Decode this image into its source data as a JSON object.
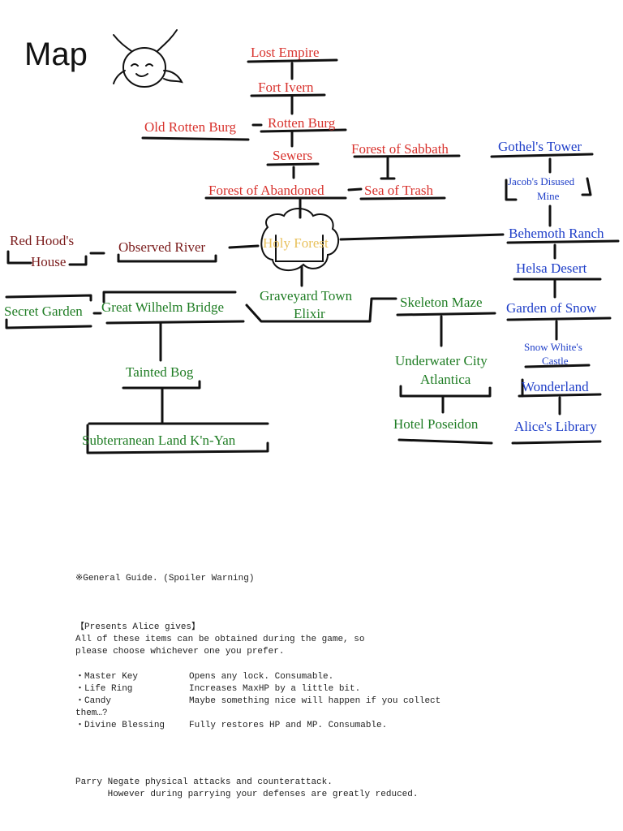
{
  "map": {
    "title": "Map",
    "mascot_icon": "horned-creature-icon",
    "colors": {
      "main_path": "#d8322d",
      "side_path": "#7a1b1b",
      "green_path": "#1f7d24",
      "blue_path": "#1e3ec8",
      "hub": "#e8c15c"
    },
    "locations": {
      "lost_empire": "Lost Empire",
      "fort_ivern": "Fort Ivern",
      "old_rotten_burg": "Old Rotten Burg",
      "rotten_burg": "Rotten Burg",
      "sewers": "Sewers",
      "forest_of_sabbath": "Forest of Sabbath",
      "forest_of_abandoned": "Forest of Abandoned",
      "sea_of_trash": "Sea of Trash",
      "red_hoods_house_1": "Red Hood's",
      "red_hoods_house_2": "House",
      "observed_river": "Observed River",
      "holy_forest": "Holy Forest",
      "gothels_tower": "Gothel's Tower",
      "jacobs_mine_1": "Jacob's Disused",
      "jacobs_mine_2": "Mine",
      "behemoth_ranch": "Behemoth Ranch",
      "helsa_desert": "Helsa Desert",
      "garden_of_snow": "Garden of Snow",
      "snow_white_castle_1": "Snow White's",
      "snow_white_castle_2": "Castle",
      "wonderland": "Wonderland",
      "alices_library": "Alice's Library",
      "secret_garden": "Secret Garden",
      "great_wilhelm_bridge": "Great Wilhelm Bridge",
      "graveyard_town_1": "Graveyard Town",
      "graveyard_town_2": "Elixir",
      "skeleton_maze": "Skeleton Maze",
      "tainted_bog": "Tainted Bog",
      "underwater_city_1": "Underwater City",
      "underwater_city_2": "Atlantica",
      "hotel_poseidon": "Hotel Poseidon",
      "subterranean_land": "Subterranean Land K'n-Yan"
    }
  },
  "guide": {
    "header": "※General Guide. (Spoiler Warning)",
    "section_title": "【Presents Alice gives】",
    "intro_1": "All of these items can be obtained during the game, so",
    "intro_2": "please choose whichever one you prefer.",
    "items": [
      {
        "name": "・Master Key",
        "desc": "Opens any lock. Consumable."
      },
      {
        "name": "・Life Ring",
        "desc": "Increases MaxHP by a little bit."
      },
      {
        "name": "・Candy",
        "desc": "Maybe something nice will happen if you collect"
      },
      {
        "name": "・Divine Blessing",
        "desc": "Fully restores HP and MP. Consumable."
      }
    ],
    "candy_cont": "them…?",
    "parry_1": "Parry Negate physical attacks and counterattack.",
    "parry_2": "      However during parrying your defenses are greatly reduced."
  }
}
